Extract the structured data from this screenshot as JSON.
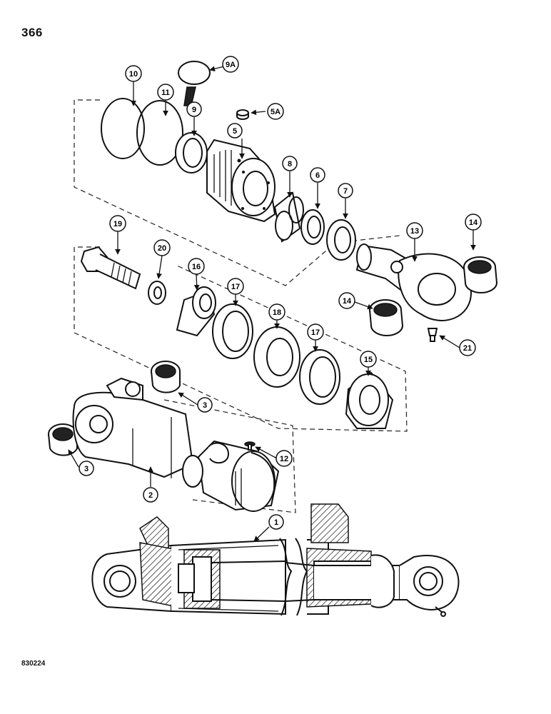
{
  "page_number": "366",
  "footer_code": "830224",
  "callouts": [
    {
      "id": "c-10",
      "label": "10"
    },
    {
      "id": "c-11",
      "label": "11"
    },
    {
      "id": "c-9",
      "label": "9"
    },
    {
      "id": "c-9a",
      "label": "9A"
    },
    {
      "id": "c-5a",
      "label": "5A"
    },
    {
      "id": "c-5",
      "label": "5"
    },
    {
      "id": "c-8",
      "label": "8"
    },
    {
      "id": "c-6",
      "label": "6"
    },
    {
      "id": "c-7",
      "label": "7"
    },
    {
      "id": "c-13",
      "label": "13"
    },
    {
      "id": "c-14a",
      "label": "14"
    },
    {
      "id": "c-14b",
      "label": "14"
    },
    {
      "id": "c-19",
      "label": "19"
    },
    {
      "id": "c-20",
      "label": "20"
    },
    {
      "id": "c-16",
      "label": "16"
    },
    {
      "id": "c-17a",
      "label": "17"
    },
    {
      "id": "c-18",
      "label": "18"
    },
    {
      "id": "c-17b",
      "label": "17"
    },
    {
      "id": "c-15",
      "label": "15"
    },
    {
      "id": "c-21",
      "label": "21"
    },
    {
      "id": "c-3a",
      "label": "3"
    },
    {
      "id": "c-3b",
      "label": "3"
    },
    {
      "id": "c-12",
      "label": "12"
    },
    {
      "id": "c-2",
      "label": "2"
    },
    {
      "id": "c-1",
      "label": "1"
    }
  ]
}
